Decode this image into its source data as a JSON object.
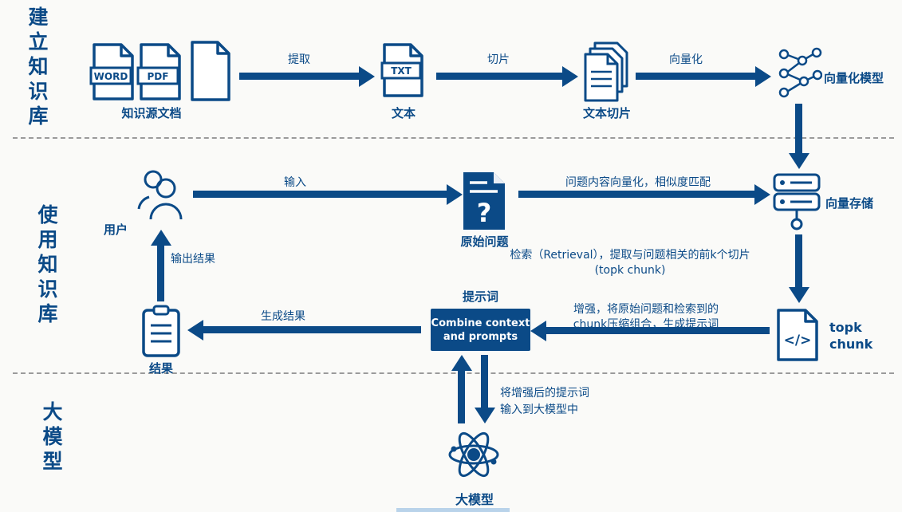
{
  "colors": {
    "navy": "#0b4a87",
    "background": "#fafaf8"
  },
  "sections": {
    "build_label": "建立知识库",
    "use_label": "使用知识库",
    "model_label": "大模型"
  },
  "build": {
    "word_badge": "WORD",
    "pdf_badge": "PDF",
    "source_label": "知识源文档",
    "extract_label": "提取",
    "txt_badge": "TXT",
    "text_label": "文本",
    "slice_label": "切片",
    "chunks_label": "文本切片",
    "vectorize_label": "向量化",
    "vector_model_label": "向量化模型"
  },
  "use": {
    "user_label": "用户",
    "input_label": "输入",
    "question_label": "原始问题",
    "question_mark": "?",
    "match_label": "问题内容向量化，相似度匹配",
    "vector_store_label": "向量存储",
    "retrieval_line1": "检索（Retrieval），提取与问题相关的前k个切片",
    "retrieval_line2": "(topk chunk)",
    "code_glyph": "</>",
    "topk_line1": "topk",
    "topk_line2": "chunk",
    "augment_line1": "增强，将原始问题和检索到的",
    "augment_line2": "chunk压缩组合，生成提示词",
    "prompt_title": "提示词",
    "combine_line1": "Combine context",
    "combine_line2": "and prompts",
    "generate_label": "生成结果",
    "result_label": "结果",
    "output_label": "输出结果"
  },
  "model": {
    "feed_line1": "将增强后的提示词",
    "feed_line2": "输入到大模型中",
    "llm_label": "大模型"
  }
}
